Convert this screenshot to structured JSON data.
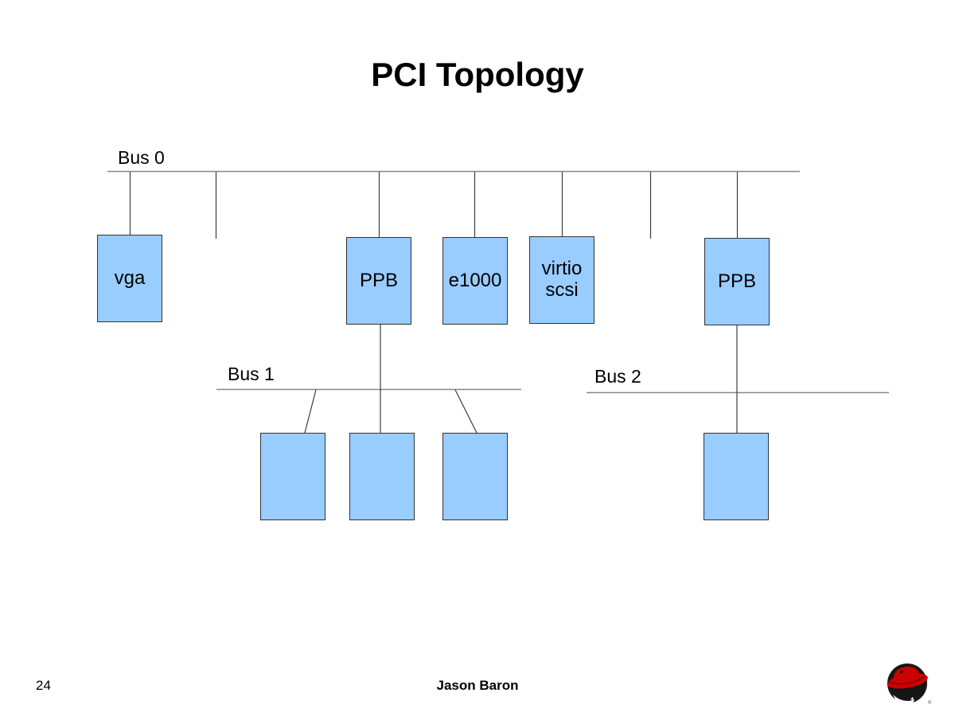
{
  "slide": {
    "title": "PCI Topology",
    "page_number": "24",
    "author": "Jason Baron"
  },
  "buses": [
    {
      "label": "Bus 0"
    },
    {
      "label": "Bus 1"
    },
    {
      "label": "Bus 2"
    }
  ],
  "devices": {
    "bus0": [
      {
        "label": "vga"
      },
      {
        "label": "PPB"
      },
      {
        "label": "e1000"
      },
      {
        "label": "virtio\nscsi"
      },
      {
        "label": "PPB"
      }
    ],
    "bus1_unlabeled_count": 3,
    "bus2_unlabeled_count": 1
  },
  "logo": {
    "name": "red-hat-shadowman-logo",
    "registered_mark": "®"
  },
  "colors": {
    "background": "#ffffff",
    "box_fill": "#99ccff",
    "box_border": "#2e3436",
    "bus_line": "#878787",
    "connector_line": "#3c3c3c",
    "text": "#000000",
    "logo_red": "#cc0000",
    "logo_black": "#161616"
  }
}
